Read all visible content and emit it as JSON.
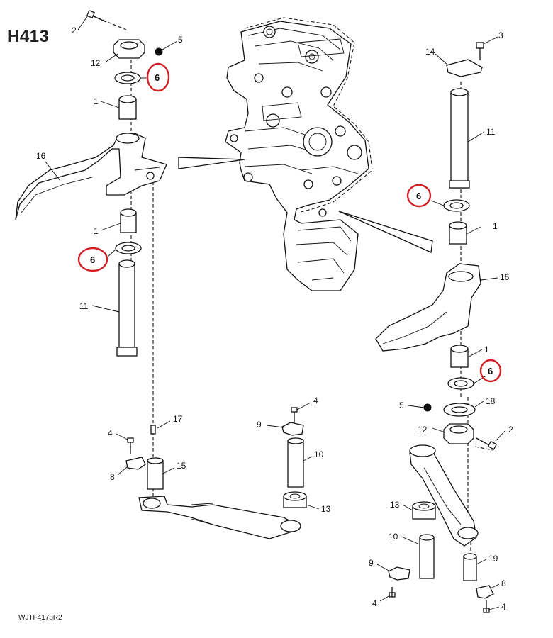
{
  "diagram_id": "H413",
  "figure_code": "WJTF4178R2",
  "highlight_color": "#d21f26",
  "labels": {
    "bolt_2": "2",
    "bolt_3": "3",
    "screw_4": "4",
    "nut_5": "5",
    "washer_6": "6",
    "bushing_1": "1",
    "pin_8": "8",
    "plate_9": "9",
    "pin_10": "10",
    "shaft_11": "11",
    "nut_12": "12",
    "bushing_13": "13",
    "plate_14": "14",
    "pin_15": "15",
    "arm_16": "16",
    "fitting_17": "17",
    "washer_18": "18",
    "pin_19": "19"
  }
}
